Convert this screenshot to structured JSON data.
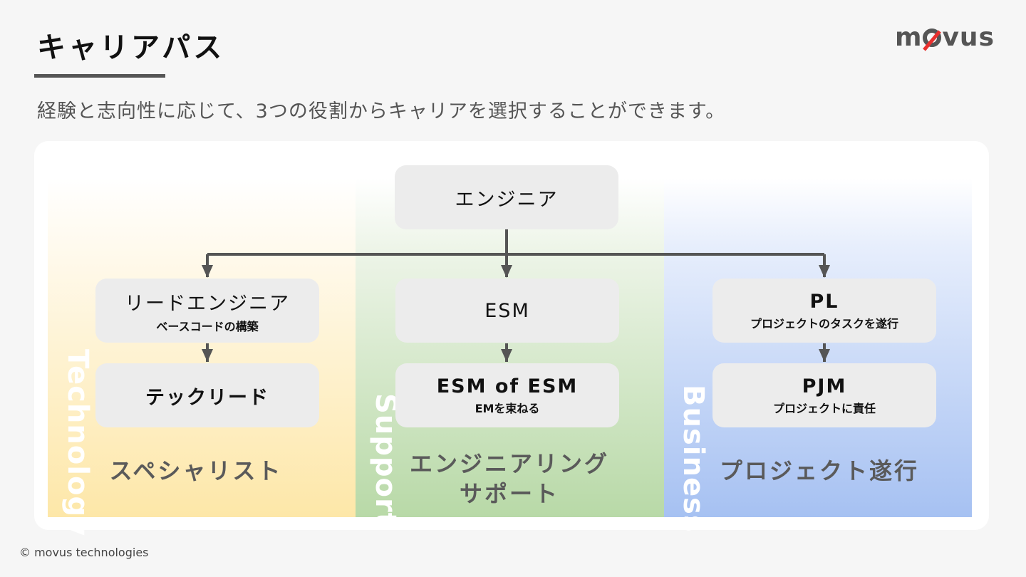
{
  "header": {
    "title": "キャリアパス",
    "logo_pre": "m",
    "logo_post": "vus",
    "subtitle": "経験と志向性に応じて、3つの役割からキャリアを選択することができます。"
  },
  "diagram": {
    "root": {
      "label": "エンジニア"
    },
    "columns": [
      {
        "side_label": "Technology",
        "category": "スペシャリスト",
        "boxes": [
          {
            "title": "リードエンジニア",
            "sub": "ベースコードの構築"
          },
          {
            "title": "テックリード",
            "sub": ""
          }
        ]
      },
      {
        "side_label": "Support",
        "category_line1": "エンジニアリング",
        "category_line2": "サポート",
        "boxes": [
          {
            "title": "ESM",
            "sub": ""
          },
          {
            "title": "ESM of ESM",
            "sub": "EMを束ねる"
          }
        ]
      },
      {
        "side_label": "Business",
        "category": "プロジェクト遂行",
        "boxes": [
          {
            "title": "PL",
            "sub": "プロジェクトのタスクを遂行"
          },
          {
            "title": "PJM",
            "sub": "プロジェクトに責任"
          }
        ]
      }
    ]
  },
  "colors": {
    "technology": "#fde7a8",
    "support": "#b8d9a7",
    "business": "#a6c1f2",
    "box": "#ececec",
    "connector": "#555555",
    "logo_accent": "#e8302e"
  },
  "footer": {
    "copyright": "© movus technologies"
  }
}
